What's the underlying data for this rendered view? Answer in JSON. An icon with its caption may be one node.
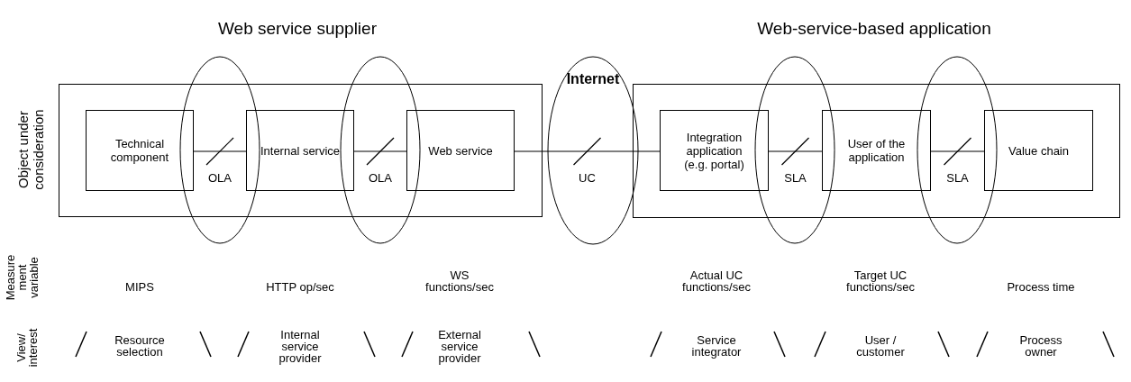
{
  "diagram": {
    "nodes": [
      {
        "text": [],
        "shape": "box"
      },
      {
        "text": [
          "Technical component"
        ],
        "in": 0
      },
      {
        "text": [
          "Internal service"
        ],
        "in": 0
      },
      {
        "text": [
          "Web service"
        ],
        "in": 0
      },
      {
        "text": [],
        "shape": "box"
      },
      {
        "text": [
          "Integration application (e.g. portal)"
        ],
        "in": 4
      },
      {
        "text": [
          "User of the application"
        ],
        "in": 4
      },
      {
        "text": [
          "Value chain"
        ],
        "in": 4
      }
    ],
    "edges": [
      {
        "from": 1,
        "to": 2,
        "arrow": "none",
        "label": "OLA"
      },
      {
        "from": 2,
        "to": 3,
        "arrow": "none",
        "label": "OLA"
      },
      {
        "from": 3,
        "to": 5,
        "arrow": "none",
        "label": "UC"
      },
      {
        "from": 5,
        "to": 6,
        "arrow": "none",
        "label": "SLA"
      },
      {
        "from": 6,
        "to": 7,
        "arrow": "none",
        "label": "SLA"
      }
    ],
    "labels": [
      "Web service supplier",
      "Web-service-based application",
      "Internet",
      "Object under consideration",
      "Measure ment variable",
      "View/ interest",
      "MIPS",
      "HTTP op/sec",
      "WS functions/sec",
      "Actual UC functions/sec",
      "Target UC functions/sec",
      "Process time",
      "Resource selection",
      "Internal service provider",
      "External service provider",
      "Service integrator",
      "User / customer",
      "Process owner"
    ]
  }
}
